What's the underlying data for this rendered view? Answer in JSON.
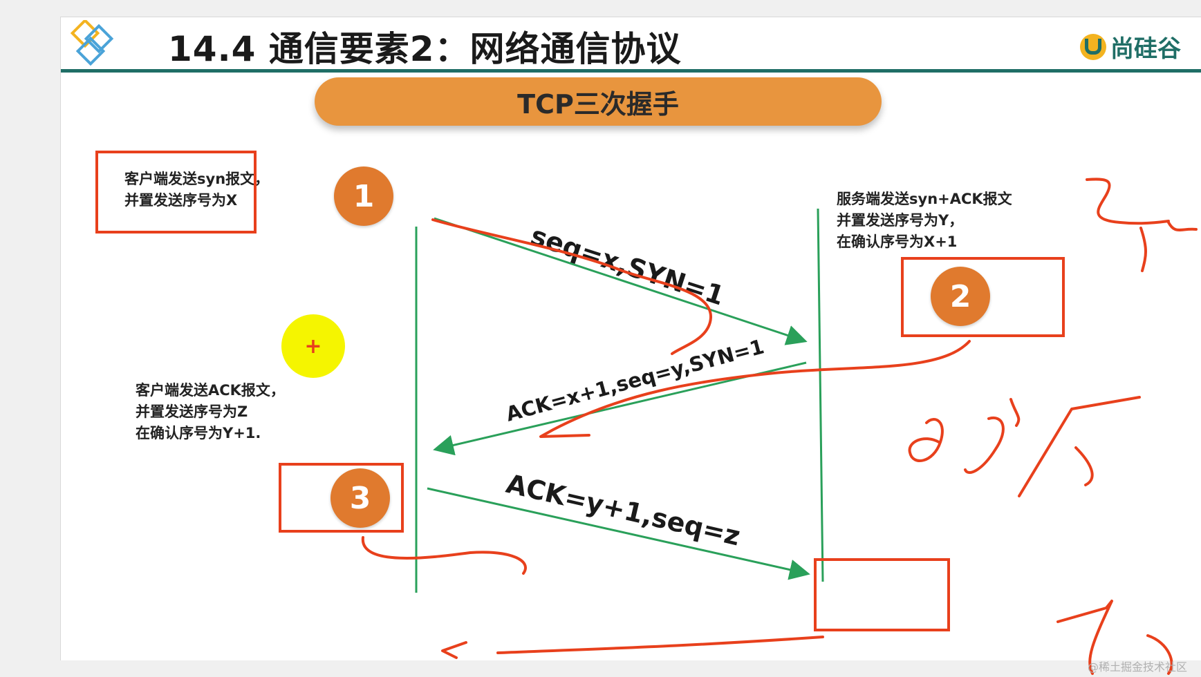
{
  "slide": {
    "title": "14.4 通信要素2：网络通信协议",
    "brand": "尚硅谷",
    "banner": "TCP三次握手"
  },
  "notes": {
    "client_syn": [
      "客户端发送syn报文，",
      "并置发送序号为X"
    ],
    "server_synack": [
      "服务端发送syn+ACK报文",
      "并置发送序号为Y，",
      "在确认序号为X+1"
    ],
    "client_ack": [
      "客户端发送ACK报文，",
      "并置发送序号为Z",
      "在确认序号为Y+1."
    ]
  },
  "steps": [
    "1",
    "2",
    "3"
  ],
  "messages": {
    "syn": "seq=x,SYN=1",
    "synack": "ACK=x+1,seq=y,SYN=1",
    "ack": "ACK=y+1,seq=z"
  },
  "cursor_symbol": "+",
  "watermark": "@稀土掘金技术社区",
  "colors": {
    "header_rule": "#1f6e66",
    "banner": "#e8953e",
    "step_circle": "#e07a2e",
    "arrow_green": "#2aa05a",
    "annotation_red": "#e8401c",
    "cursor_highlight": "#f5f500"
  }
}
